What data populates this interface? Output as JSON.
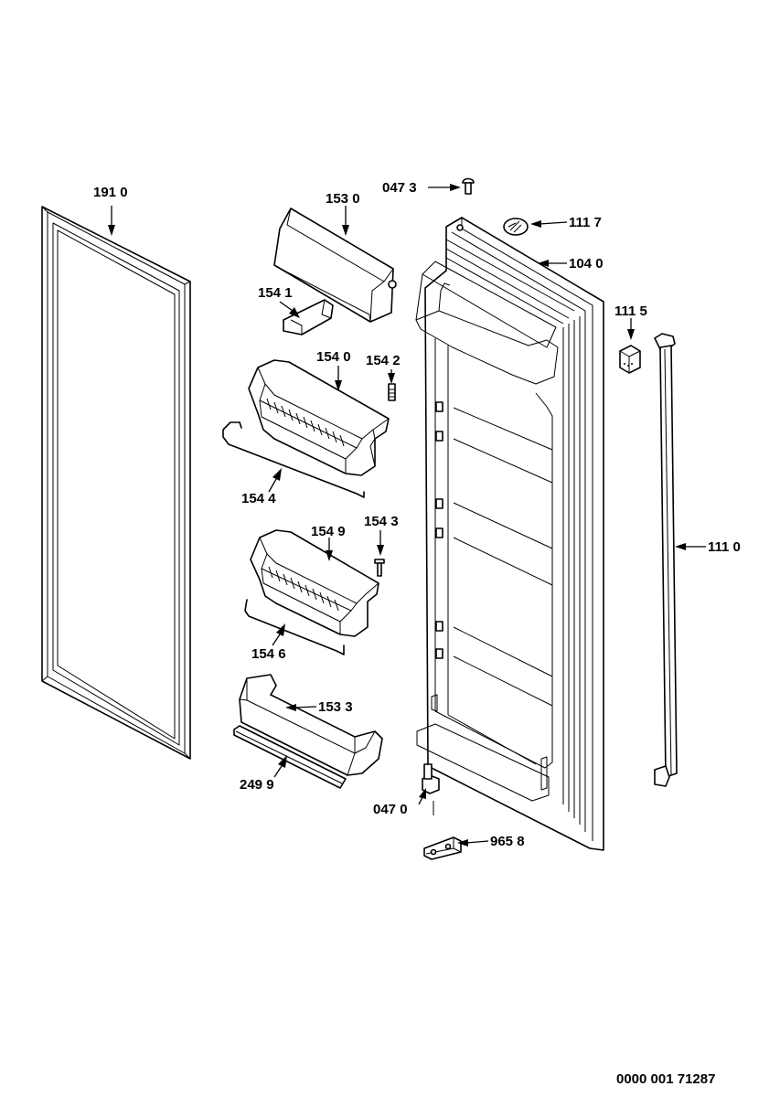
{
  "parts": [
    {
      "id": "p1910",
      "label": "191 0"
    },
    {
      "id": "p1530",
      "label": "153 0"
    },
    {
      "id": "p0473",
      "label": "047 3"
    },
    {
      "id": "p1117",
      "label": "111 7"
    },
    {
      "id": "p1040",
      "label": "104 0"
    },
    {
      "id": "p1541",
      "label": "154 1"
    },
    {
      "id": "p1540",
      "label": "154 0"
    },
    {
      "id": "p1542",
      "label": "154 2"
    },
    {
      "id": "p1115",
      "label": "111 5"
    },
    {
      "id": "p1544",
      "label": "154 4"
    },
    {
      "id": "p1549",
      "label": "154 9"
    },
    {
      "id": "p1543",
      "label": "154 3"
    },
    {
      "id": "p1110",
      "label": "111 0"
    },
    {
      "id": "p1546",
      "label": "154 6"
    },
    {
      "id": "p1533",
      "label": "153 3"
    },
    {
      "id": "p2499",
      "label": "249 9"
    },
    {
      "id": "p0470",
      "label": "047 0"
    },
    {
      "id": "p9658",
      "label": "965 8"
    }
  ],
  "document_code": "0000 001 71287"
}
